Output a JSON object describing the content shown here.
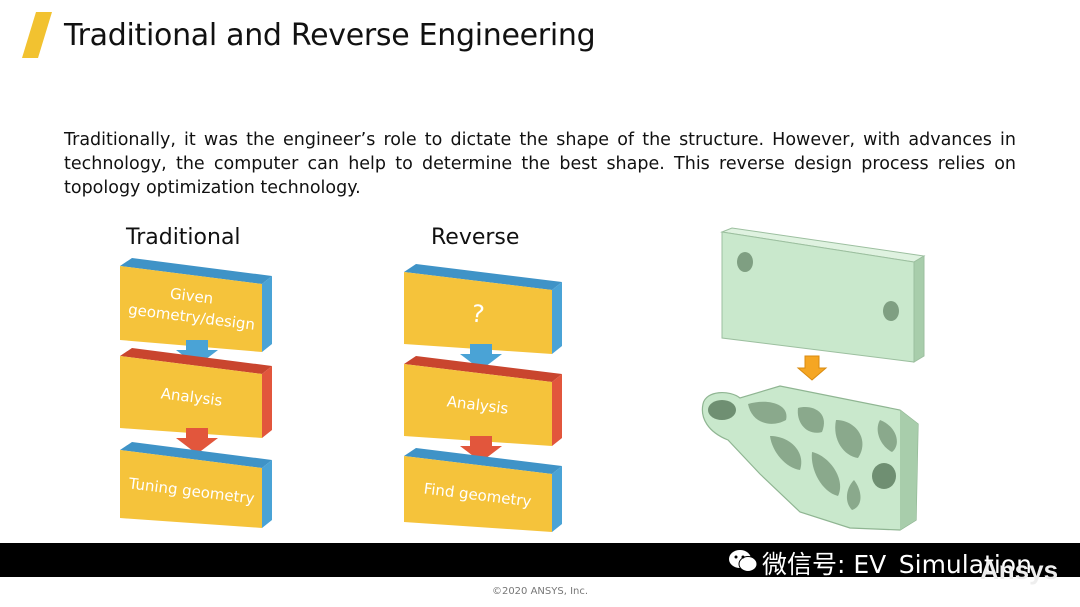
{
  "slide": {
    "title": "Traditional and Reverse Engineering",
    "description": "Traditionally, it was the engineer’s role to dictate the shape of the structure. However, with advances in technology, the computer can help to determine the best shape. This reverse design process relies on topology optimization technology.",
    "accent_color": "#f2c230"
  },
  "traditional": {
    "label": "Traditional",
    "box1_line1": "Given",
    "box1_line2": "geometry/design",
    "box2": "Analysis",
    "box3": "Tuning geometry"
  },
  "reverse": {
    "label": "Reverse",
    "box1": "?",
    "box2": "Analysis",
    "box3": "Find geometry"
  },
  "colors": {
    "box_yellow": "#f5c33b",
    "side_blue": "#4aa3d6",
    "side_red": "#e2563c",
    "arrow_blue": "#4aa3d6",
    "arrow_red": "#e2563c",
    "part_green": "#c9e8cc"
  },
  "watermark": {
    "text": "微信号: EV_Simulation",
    "logo": "Ansys"
  },
  "footer": {
    "copyright": "©2020 ANSYS, Inc."
  }
}
